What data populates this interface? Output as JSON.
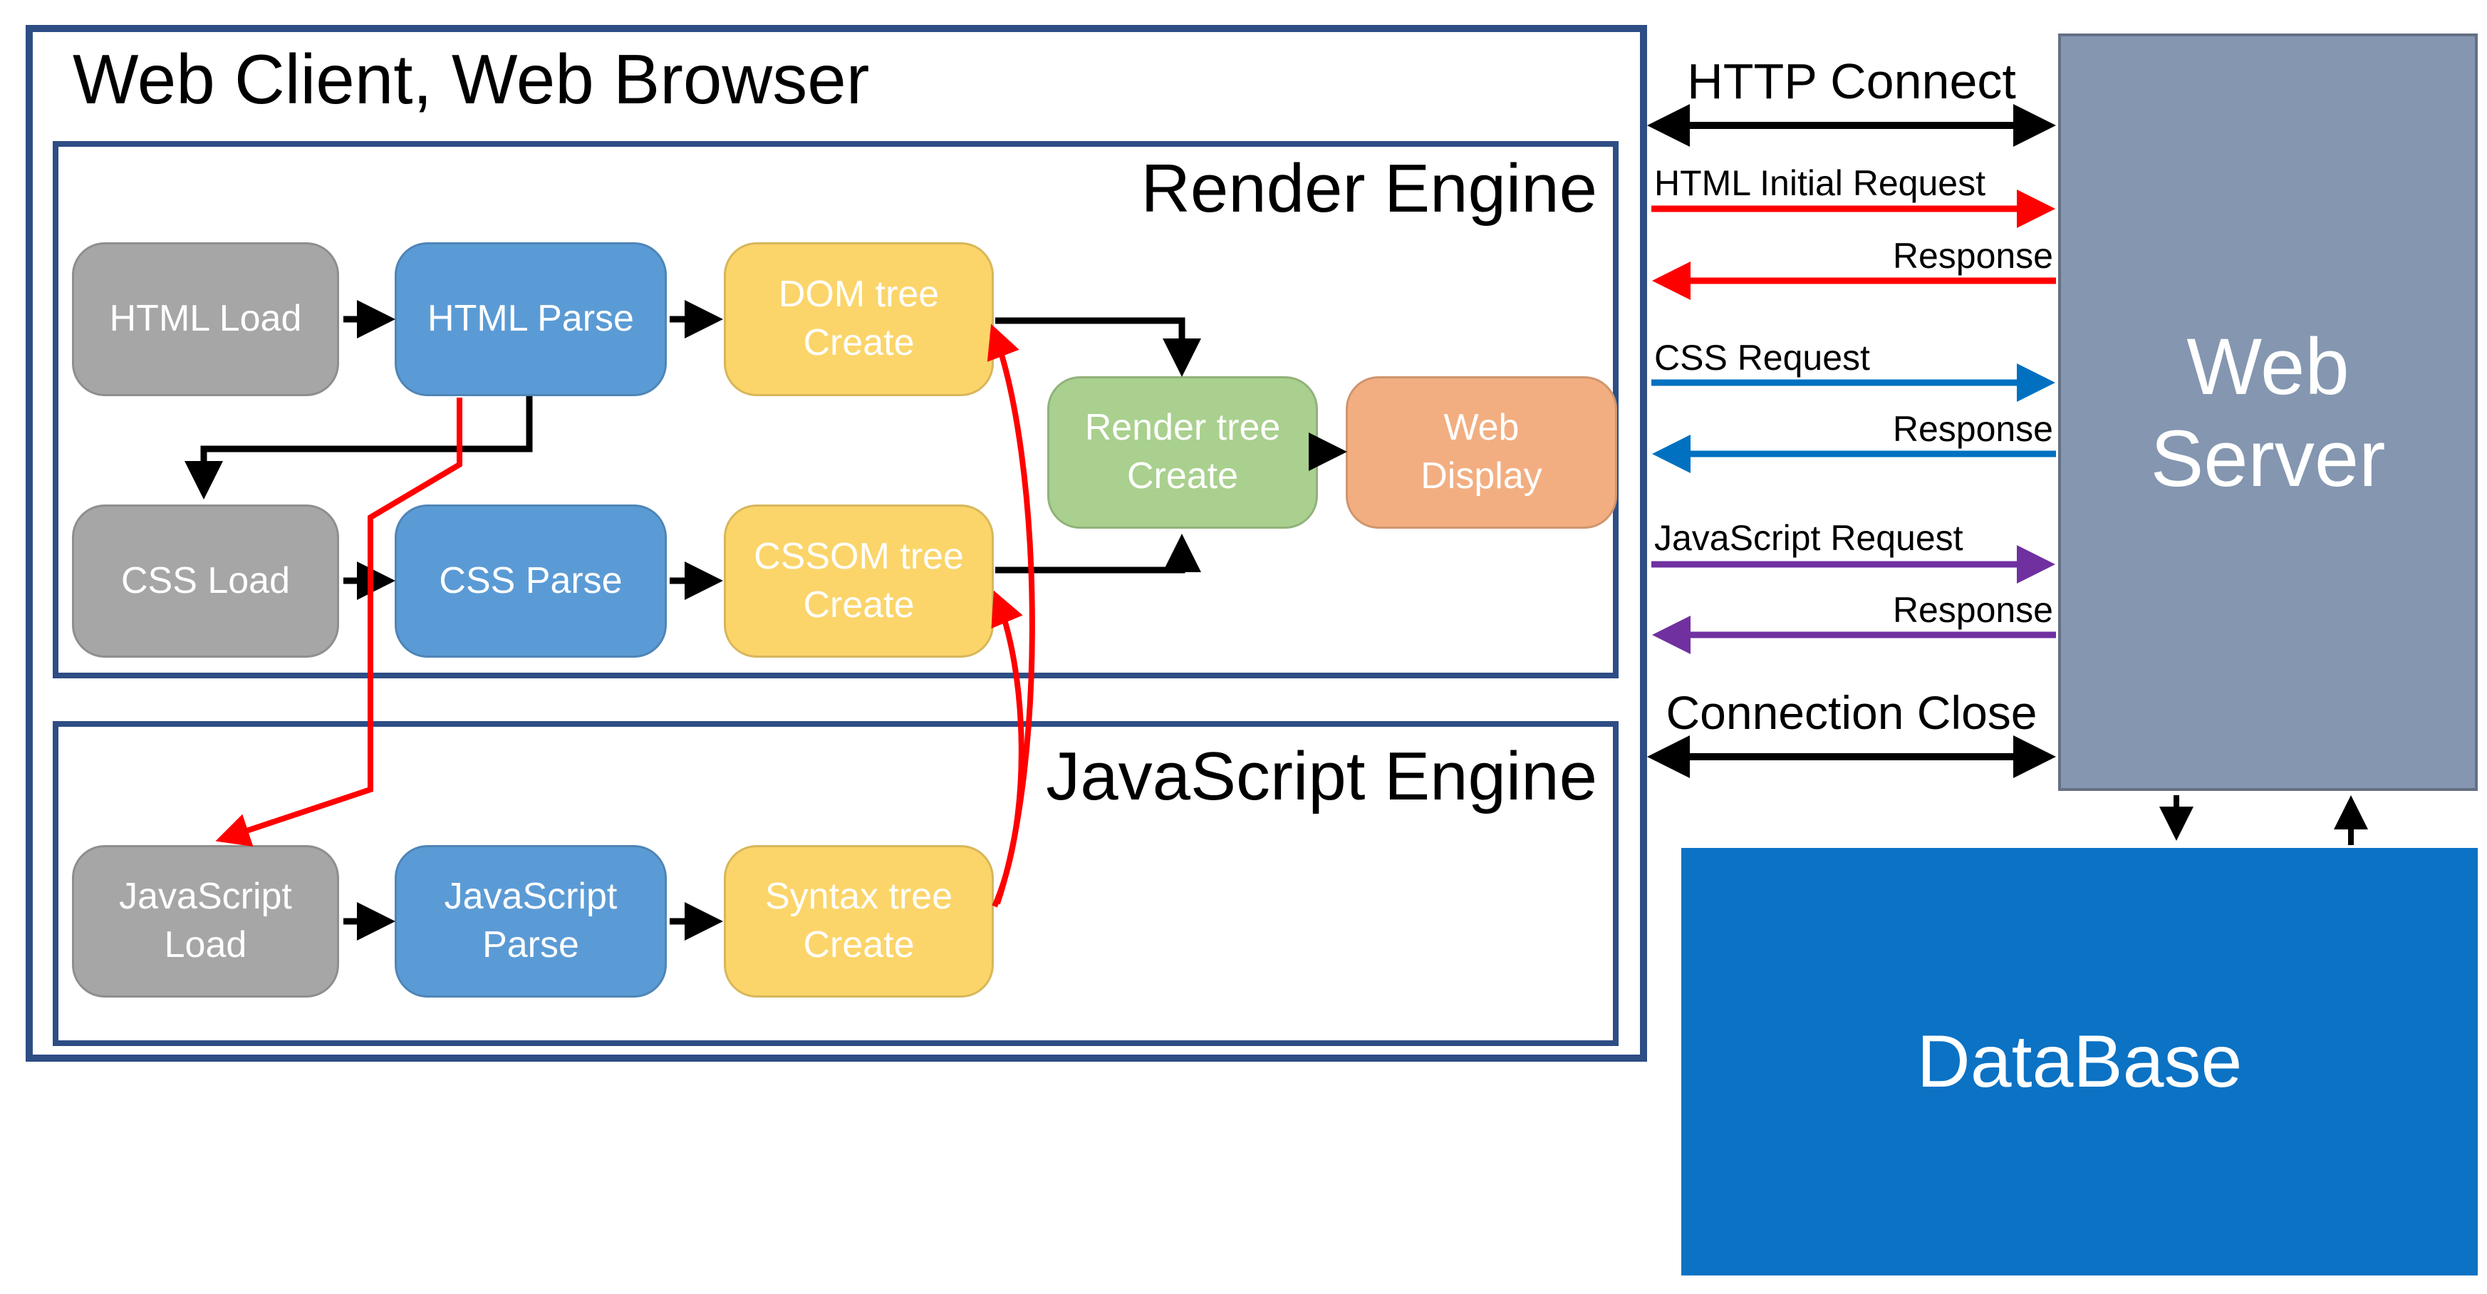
{
  "colors": {
    "frame_navy": "#2E4D85",
    "black": "#000000",
    "red": "#FF0000",
    "blue": "#0070C0",
    "purple": "#7030A0",
    "gray_box": "#A6A6A6",
    "blue_box": "#5B9BD5",
    "yellow_box": "#FBD56A",
    "green_box": "#A9D08E",
    "orange_box": "#F2AE81",
    "server_box": "#8496B0",
    "database_box": "#0B72C4"
  },
  "client": {
    "title": "Web Client, Web Browser",
    "render_engine": {
      "label": "Render Engine",
      "boxes": {
        "html_load": {
          "label": "HTML Load"
        },
        "html_parse": {
          "label": "HTML Parse"
        },
        "dom_tree": {
          "label": "DOM tree\nCreate"
        },
        "css_load": {
          "label": "CSS Load"
        },
        "css_parse": {
          "label": "CSS Parse"
        },
        "cssom_tree": {
          "label": "CSSOM tree\nCreate"
        },
        "render_tree": {
          "label": "Render tree\nCreate"
        },
        "web_display": {
          "label": "Web\nDisplay"
        }
      }
    },
    "javascript_engine": {
      "label": "JavaScript Engine",
      "boxes": {
        "js_load": {
          "label": "JavaScript\nLoad"
        },
        "js_parse": {
          "label": "JavaScript\nParse"
        },
        "syntax_tree": {
          "label": "Syntax tree\nCreate"
        }
      }
    }
  },
  "connections": {
    "http_connect": "HTTP Connect",
    "html_initial_request": "HTML Initial Request",
    "html_response": "Response",
    "css_request": "CSS Request",
    "css_response": "Response",
    "javascript_request": "JavaScript Request",
    "javascript_response": "Response",
    "connection_close": "Connection Close"
  },
  "server": {
    "label": "Web Server"
  },
  "database": {
    "label": "DataBase"
  }
}
